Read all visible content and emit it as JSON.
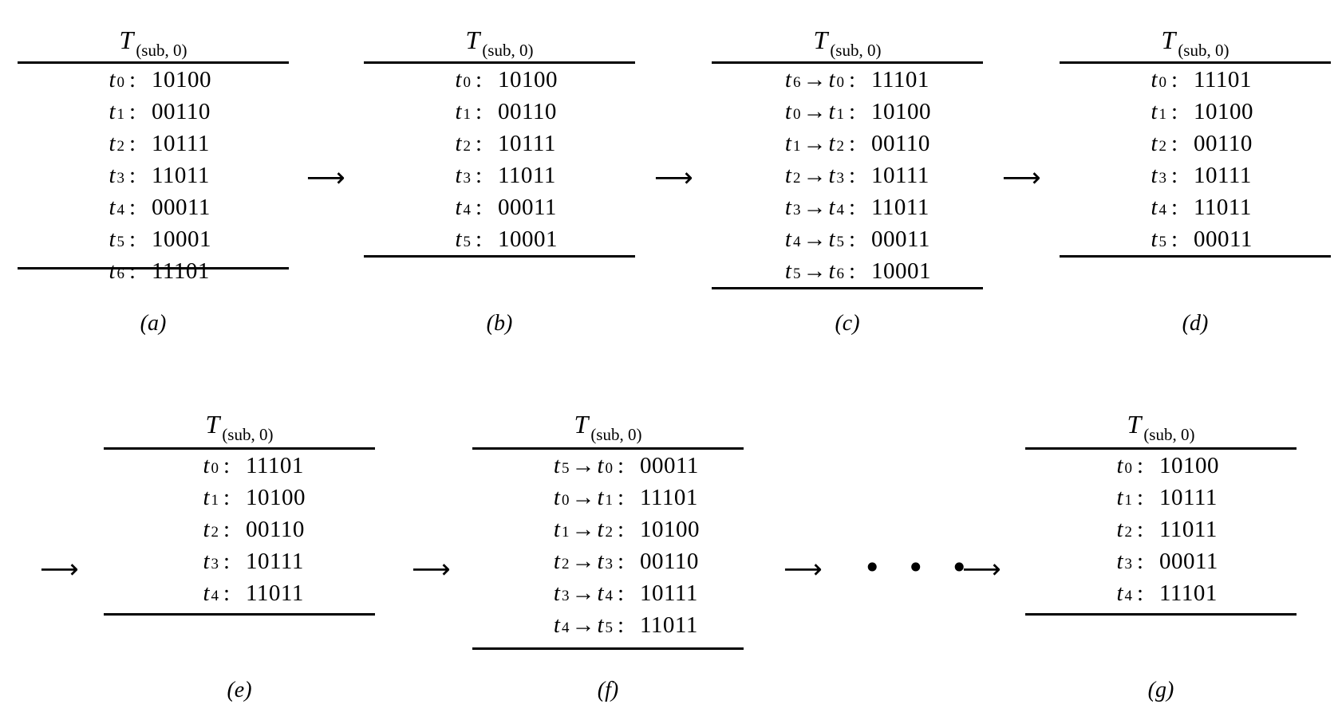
{
  "panels": [
    {
      "id": "a",
      "title": "T",
      "title_sub": "(sub, 0)",
      "caption": "(a)",
      "rows": [
        {
          "label": "t",
          "idx": "0",
          "value": "10100"
        },
        {
          "label": "t",
          "idx": "1",
          "value": "00110"
        },
        {
          "label": "t",
          "idx": "2",
          "value": "10111"
        },
        {
          "label": "t",
          "idx": "3",
          "value": "11011"
        },
        {
          "label": "t",
          "idx": "4",
          "value": "00011"
        },
        {
          "label": "t",
          "idx": "5",
          "value": "10001"
        },
        {
          "label": "t",
          "idx": "6",
          "value": "11101"
        }
      ]
    },
    {
      "id": "b",
      "title": "T",
      "title_sub": "(sub, 0)",
      "caption": "(b)",
      "rows": [
        {
          "label": "t",
          "idx": "0",
          "value": "10100"
        },
        {
          "label": "t",
          "idx": "1",
          "value": "00110"
        },
        {
          "label": "t",
          "idx": "2",
          "value": "10111"
        },
        {
          "label": "t",
          "idx": "3",
          "value": "11011"
        },
        {
          "label": "t",
          "idx": "4",
          "value": "00011"
        },
        {
          "label": "t",
          "idx": "5",
          "value": "10001"
        }
      ]
    },
    {
      "id": "c",
      "title": "T",
      "title_sub": "(sub, 0)",
      "caption": "(c)",
      "rows": [
        {
          "from": "6",
          "to": "0",
          "value": "11101"
        },
        {
          "from": "0",
          "to": "1",
          "value": "10100"
        },
        {
          "from": "1",
          "to": "2",
          "value": "00110"
        },
        {
          "from": "2",
          "to": "3",
          "value": "10111"
        },
        {
          "from": "3",
          "to": "4",
          "value": "11011"
        },
        {
          "from": "4",
          "to": "5",
          "value": "00011"
        },
        {
          "from": "5",
          "to": "6",
          "value": "10001"
        }
      ]
    },
    {
      "id": "d",
      "title": "T",
      "title_sub": "(sub, 0)",
      "caption": "(d)",
      "rows": [
        {
          "label": "t",
          "idx": "0",
          "value": "11101"
        },
        {
          "label": "t",
          "idx": "1",
          "value": "10100"
        },
        {
          "label": "t",
          "idx": "2",
          "value": "00110"
        },
        {
          "label": "t",
          "idx": "3",
          "value": "10111"
        },
        {
          "label": "t",
          "idx": "4",
          "value": "11011"
        },
        {
          "label": "t",
          "idx": "5",
          "value": "00011"
        }
      ]
    },
    {
      "id": "e",
      "title": "T",
      "title_sub": "(sub, 0)",
      "caption": "(e)",
      "rows": [
        {
          "label": "t",
          "idx": "0",
          "value": "11101"
        },
        {
          "label": "t",
          "idx": "1",
          "value": "10100"
        },
        {
          "label": "t",
          "idx": "2",
          "value": "00110"
        },
        {
          "label": "t",
          "idx": "3",
          "value": "10111"
        },
        {
          "label": "t",
          "idx": "4",
          "value": "11011"
        }
      ]
    },
    {
      "id": "f",
      "title": "T",
      "title_sub": "(sub, 0)",
      "caption": "(f)",
      "rows": [
        {
          "from": "5",
          "to": "0",
          "value": "00011"
        },
        {
          "from": "0",
          "to": "1",
          "value": "11101"
        },
        {
          "from": "1",
          "to": "2",
          "value": "10100"
        },
        {
          "from": "2",
          "to": "3",
          "value": "00110"
        },
        {
          "from": "3",
          "to": "4",
          "value": "10111"
        },
        {
          "from": "4",
          "to": "5",
          "value": "11011"
        }
      ]
    },
    {
      "id": "g",
      "title": "T",
      "title_sub": "(sub, 0)",
      "caption": "(g)",
      "rows": [
        {
          "label": "t",
          "idx": "0",
          "value": "10100"
        },
        {
          "label": "t",
          "idx": "1",
          "value": "10111"
        },
        {
          "label": "t",
          "idx": "2",
          "value": "11011"
        },
        {
          "label": "t",
          "idx": "3",
          "value": "00011"
        },
        {
          "label": "t",
          "idx": "4",
          "value": "11101"
        }
      ]
    }
  ],
  "symbols": {
    "colon": ":",
    "transfer_arrow": "→",
    "step_arrow": "⟶",
    "ellipsis": "• • •"
  }
}
